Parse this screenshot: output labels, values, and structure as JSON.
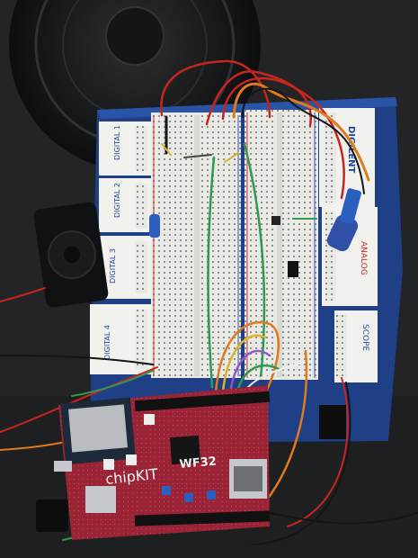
{
  "board_labels": {
    "digital_1": "DIGITAL 1",
    "digital_2": "DIGITAL 2",
    "digital_3": "DIGITAL 3",
    "digital_4": "DIGITAL 4",
    "analog": "ANALOG",
    "scope": "SCOPE",
    "brand": "DIGILENT"
  },
  "mcu_board": {
    "brand": "chipKIT",
    "model": "WF32"
  },
  "colors": {
    "background": "#222426",
    "base_blue": "#1f3f86",
    "breadboard": "#e9e9e6",
    "mcu_red": "#9a2336",
    "wire_red": "#c8251e",
    "wire_orange": "#e07a1c",
    "wire_green": "#2f9a4f",
    "wire_yellow": "#d9b527",
    "wire_black": "#151515"
  }
}
